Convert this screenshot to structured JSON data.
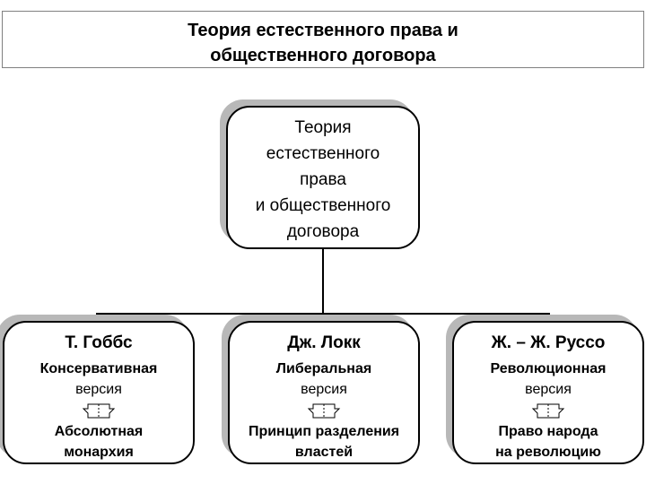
{
  "title": "Теория естественного права и\nобщественного договора",
  "root": {
    "text": "Теория\nестественного\nправа\nи общественного\nдоговора"
  },
  "branches": [
    {
      "name": "Т. Гоббс",
      "version_bold": "Консервативная",
      "version": "версия",
      "result": "Абсолютная\nмонархия"
    },
    {
      "name": "Дж. Локк",
      "version_bold": "Либеральная",
      "version": "версия",
      "result": "Принцип разделения\nвластей"
    },
    {
      "name": "Ж. – Ж. Руссо",
      "version_bold": "Революционная",
      "version": "версия",
      "result": "Право народа\nна революцию"
    }
  ]
}
